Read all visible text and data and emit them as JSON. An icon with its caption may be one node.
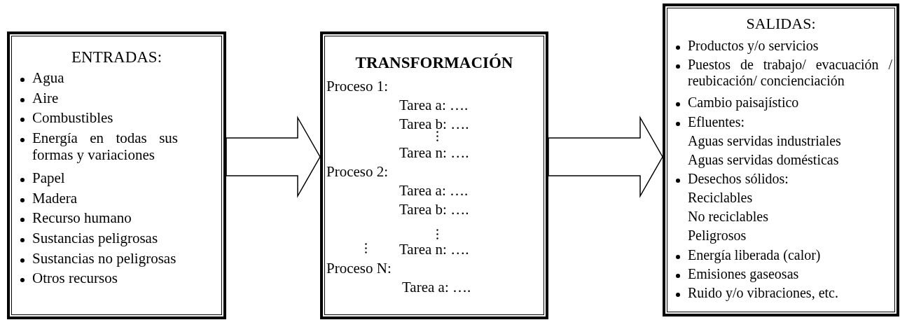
{
  "diagram": {
    "nodes": [
      {
        "text": [
          "ENTRADAS:",
          "Agua",
          "Aire",
          "Combustibles",
          "Energía en todas sus formas y variaciones",
          "Papel",
          "Madera",
          "Recurso humano",
          "Sustancias peligrosas",
          "Sustancias no peligrosas",
          "Otros recursos"
        ]
      },
      {
        "text": [
          "TRANSFORMACIÓN",
          "Proceso 1:",
          "Tarea a: ….",
          "Tarea b: ….",
          "Tarea n: ….",
          "Proceso 2:",
          "Tarea a: ….",
          "Tarea b: ….",
          "Tarea n: ….",
          "Proceso N:",
          "Tarea a: …."
        ]
      },
      {
        "text": [
          "SALIDAS:",
          "Productos y/o servicios",
          "Puestos de trabajo/ evacuación / reubicación/ concienciación",
          "Cambio paisajístico",
          "Efluentes:",
          "Aguas servidas industriales",
          "Aguas servidas domésticas",
          "Desechos sólidos:",
          "Reciclables",
          "No reciclables",
          "Peligrosos",
          "Energía liberada (calor)",
          "Emisiones gaseosas",
          "Ruido y/o vibraciones, etc."
        ]
      }
    ],
    "edges": [
      {
        "from": 0,
        "to": 1,
        "arrow": "to"
      },
      {
        "from": 1,
        "to": 2,
        "arrow": "to"
      }
    ]
  }
}
